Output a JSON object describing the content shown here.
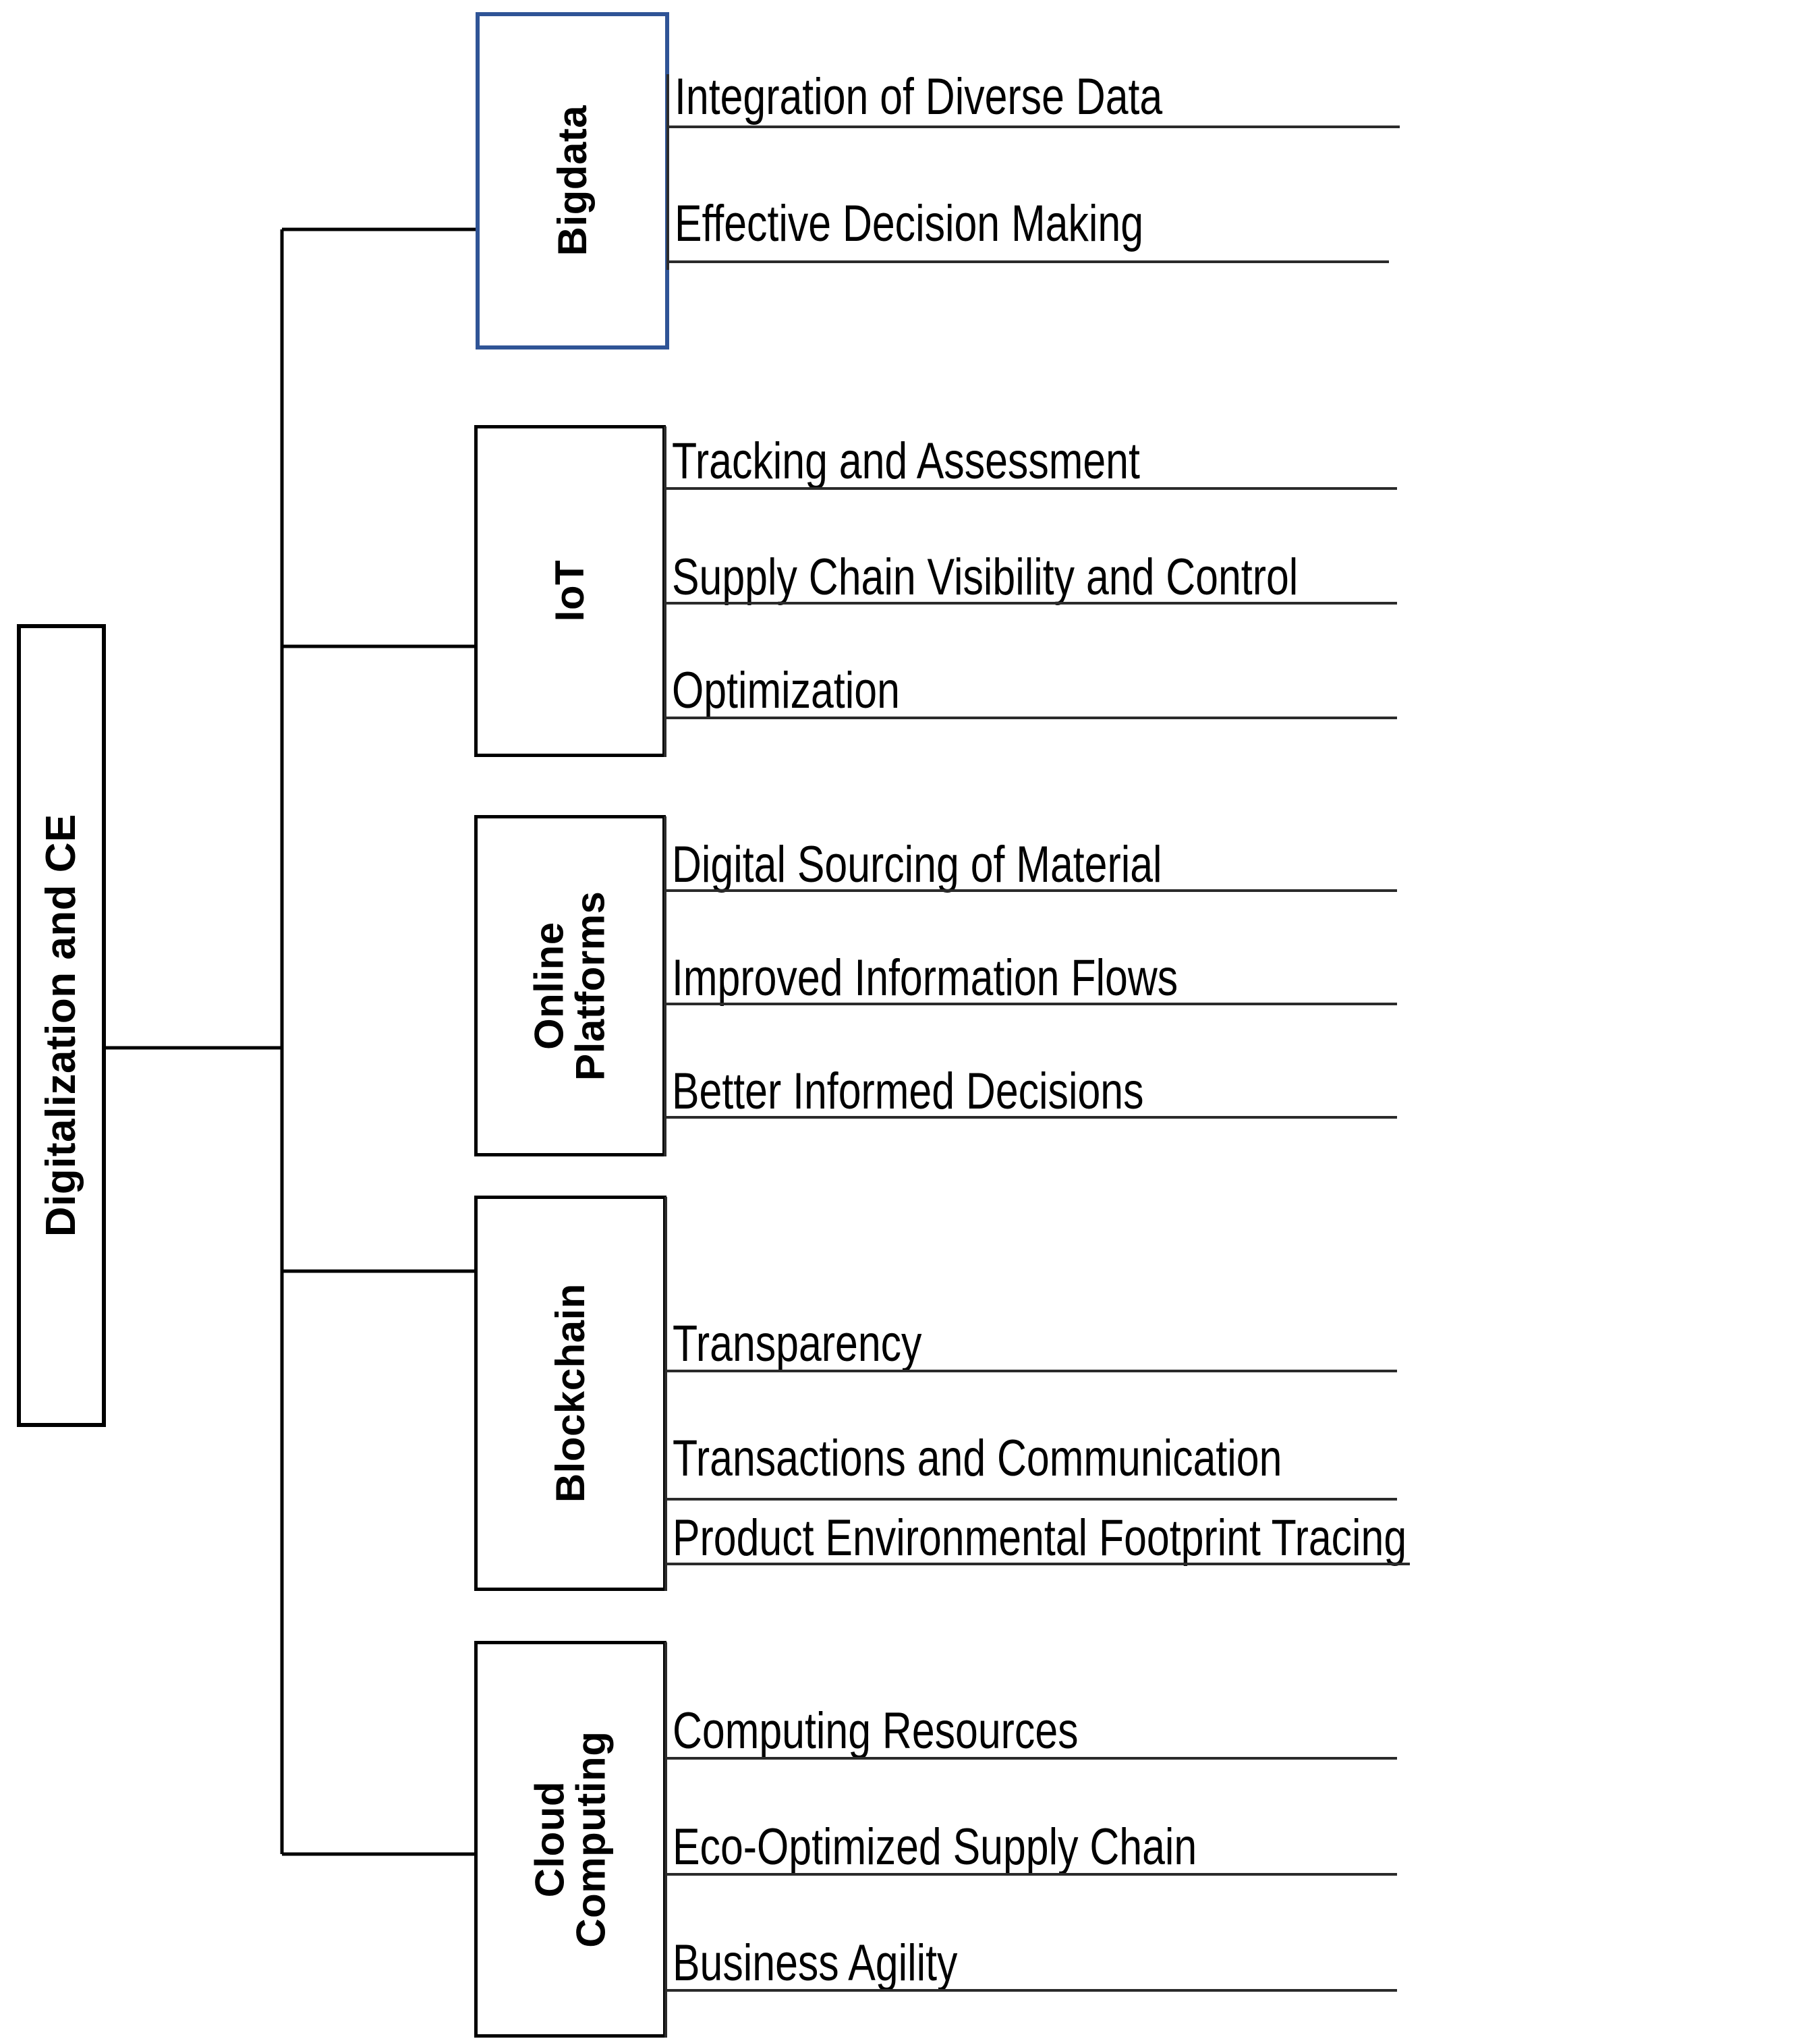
{
  "diagram": {
    "title": "Digitalization and CE",
    "type": "hierarchy-tree",
    "root": {
      "label": "Digitalization and CE",
      "orientation": "vertical-text"
    },
    "accent_color": "#2F5496",
    "line_color": "#000000",
    "background_color": "#FFFFFF",
    "branches": [
      {
        "id": "bigdata",
        "label": "Bigdata",
        "highlighted": true,
        "border_color": "#2F5496",
        "leaves": [
          "Integration of Diverse Data",
          "Effective Decision Making"
        ]
      },
      {
        "id": "iot",
        "label": "IoT",
        "highlighted": false,
        "border_color": "#000000",
        "leaves": [
          "Tracking and Assessment",
          "Supply Chain Visibility and Control",
          "Optimization"
        ]
      },
      {
        "id": "online-platforms",
        "label": "Online\nPlatforms",
        "highlighted": false,
        "border_color": "#000000",
        "leaves": [
          "Digital Sourcing of Material",
          "Improved Information Flows",
          "Better Informed Decisions"
        ]
      },
      {
        "id": "blockchain",
        "label": "Blockchain",
        "highlighted": false,
        "border_color": "#000000",
        "leaves": [
          "Transparency",
          "Transactions and Communication",
          "Product Environmental Footprint Tracing"
        ]
      },
      {
        "id": "cloud-computing",
        "label": "Cloud\nComputing",
        "highlighted": false,
        "border_color": "#000000",
        "leaves": [
          "Computing Resources",
          "Eco-Optimized Supply Chain",
          "Business Agility"
        ]
      }
    ]
  }
}
